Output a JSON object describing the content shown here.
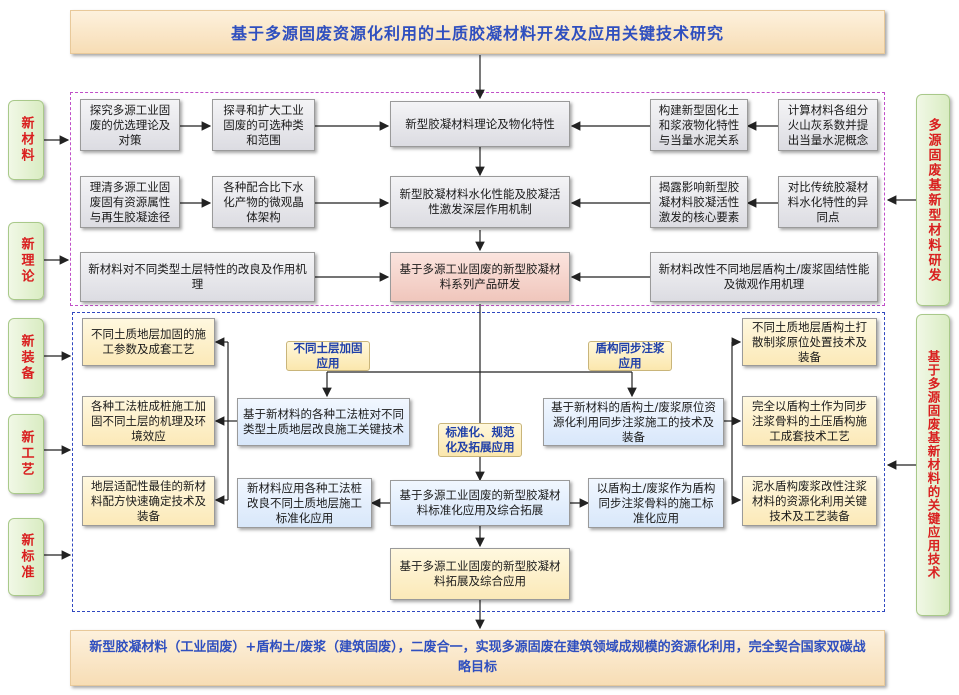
{
  "title": "基于多源固废资源化利用的土质胶凝材料开发及应用关键技术研究",
  "left_labels": [
    "新材料",
    "新理论",
    "新装备",
    "新工艺",
    "新标准"
  ],
  "right_labels": [
    "多源固废基新型材料研发",
    "基于多源固废基新材料的关键应用技术"
  ],
  "upper": {
    "r1": [
      "探究多源工业固废的优选理论及对策",
      "探寻和扩大工业固废的可选种类和范围",
      "新型胶凝材料理论及物化特性",
      "构建新型固化土和浆液物化特性与当量水泥关系",
      "计算材料各组分火山灰系数并提出当量水泥概念"
    ],
    "r2": [
      "理清多源工业固废固有资源属性与再生胶凝途径",
      "各种配合比下水化产物的微观晶体架构",
      "新型胶凝材料水化性能及胶凝活性激发深层作用机制",
      "揭露影响新型胶凝材料胶凝活性激发的核心要素",
      "对比传统胶凝材料水化特性的异同点"
    ],
    "r3": [
      "新材料对不同类型土层特性的改良及作用机理",
      "基于多源工业固废的新型胶凝材料系列产品研发",
      "新材料改性不同地层盾构土/废浆固结性能及微观作用机理"
    ]
  },
  "lower": {
    "tags": [
      "不同土层加固应用",
      "盾构同步注浆应用",
      "标准化、规范化及拓展应用"
    ],
    "left_col": [
      "不同土质地层加固的施工参数及成套工艺",
      "各种工法桩成桩施工加固不同土层的机理及环境效应",
      "地层适配性最佳的新材料配方快速确定技术及装备"
    ],
    "center_left": [
      "基于新材料的各种工法桩对不同类型土质地层改良施工关键技术",
      "新材料应用各种工法桩改良不同土质地层施工标准化应用"
    ],
    "center": [
      "基于多源工业固废的新型胶凝材料标准化应用及综合拓展",
      "基于多源工业固废的新型胶凝材料拓展及综合应用"
    ],
    "center_right": [
      "基于新材料的盾构土/废浆原位资源化利用同步注浆施工的技术及装备",
      "以盾构土/废浆作为盾构同步注浆骨料的施工标准化应用"
    ],
    "right_col": [
      "不同土质地层盾构土打散制浆原位处置技术及装备",
      "完全以盾构土作为同步注浆骨料的土压盾构施工成套技术工艺",
      "泥水盾构废浆改性注浆材料的资源化利用关键技术及工艺装备"
    ]
  },
  "footer": "新型胶凝材料（工业固废）+盾构土/废浆（建筑固废），二废合一，实现多源固废在建筑领域成规模的资源化利用，完全契合国家双碳战略目标"
}
